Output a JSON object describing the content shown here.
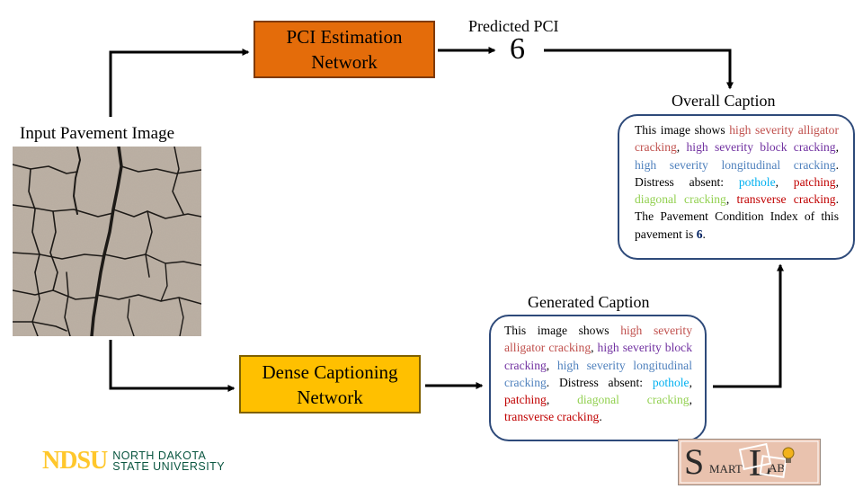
{
  "input_label": "Input Pavement Image",
  "pci_network": {
    "line1": "PCI Estimation",
    "line2": "Network"
  },
  "dense_network": {
    "line1": "Dense Captioning",
    "line2": "Network"
  },
  "predicted": {
    "label": "Predicted PCI",
    "value": "6"
  },
  "overall": {
    "title": "Overall Caption",
    "t1": "This image shows ",
    "s1": "high severity alligator cracking",
    "t2": ", ",
    "s2": "high severity block cracking",
    "t3": ", ",
    "s3": "high severity longitudinal cracking",
    "t4": ". Distress absent: ",
    "a1": "pothole",
    "t5": ", ",
    "a2": "patching",
    "t6": ", ",
    "a3": "diagonal cracking",
    "t7": ", ",
    "a4": "transverse cracking",
    "t8": ". The Pavement Condition Index of this pavement is ",
    "pci": "6",
    "t9": "."
  },
  "generated": {
    "title": "Generated Caption",
    "t1": "This image shows ",
    "s1": "high severity alligator cracking",
    "t2": ", ",
    "s2": "high severity block cracking",
    "t3": ", ",
    "s3": "high severity longitudinal cracking",
    "t4": ". Distress absent: ",
    "a1": "pothole",
    "t5": ", ",
    "a2": "patching",
    "t6": ", ",
    "a3": "diagonal cracking",
    "t7": ", ",
    "a4": "transverse cracking",
    "t8": "."
  },
  "logo_ndsu": {
    "big": "NDSU",
    "line1": "NORTH DAKOTA",
    "line2": "STATE UNIVERSITY"
  },
  "logo_smartlab": "SMARTLAB",
  "colors": {
    "pci_box": "#e46c0a",
    "dense_box": "#ffc000",
    "caption_border": "#2e4a7a",
    "alligator": "#c0504d",
    "block": "#7030a0",
    "longitudinal": "#4f81bd",
    "pothole": "#00b0f0",
    "patching": "#c00000",
    "diagonal": "#92d050",
    "transverse": "#c00000"
  }
}
